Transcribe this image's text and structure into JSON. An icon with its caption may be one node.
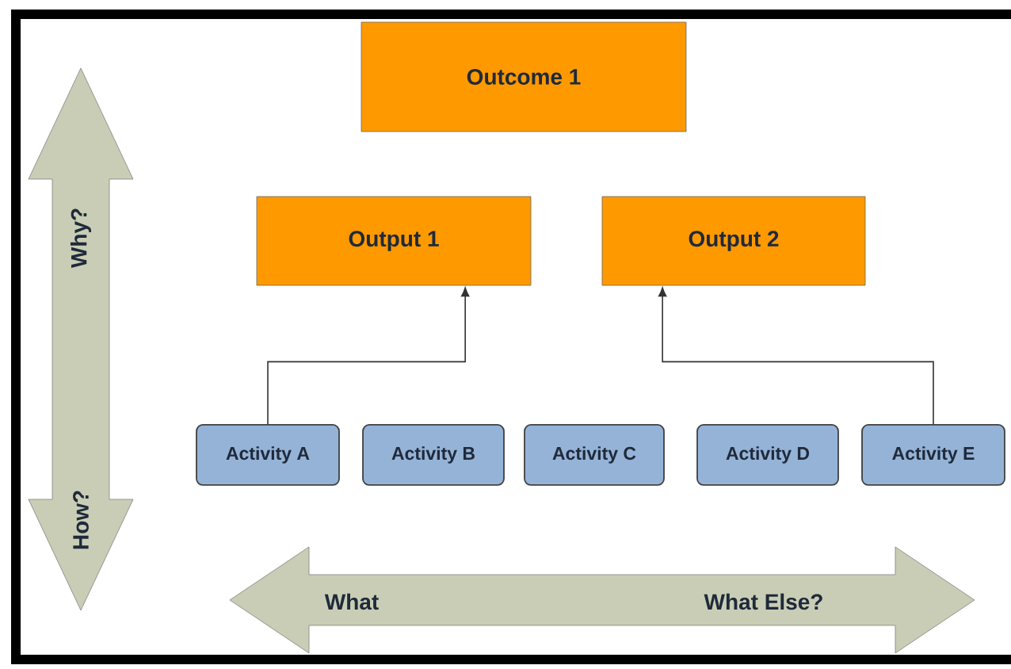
{
  "diagram": {
    "nodes": [
      {
        "text": [
          "Outcome 1"
        ]
      },
      {
        "text": [
          "Output 1"
        ]
      },
      {
        "text": [
          "Output 2"
        ]
      },
      {
        "text": [
          "Activity A"
        ]
      },
      {
        "text": [
          "Activity B"
        ]
      },
      {
        "text": [
          "Activity C"
        ]
      },
      {
        "text": [
          "Activity D"
        ]
      },
      {
        "text": [
          "Activity E"
        ]
      },
      {
        "text": [
          "Why?",
          "How?"
        ]
      },
      {
        "text": [
          "What",
          "What Else?"
        ]
      }
    ],
    "edges": [
      {
        "from": 3,
        "to": 1,
        "arrow": "to"
      },
      {
        "from": 7,
        "to": 2,
        "arrow": "to"
      }
    ]
  }
}
